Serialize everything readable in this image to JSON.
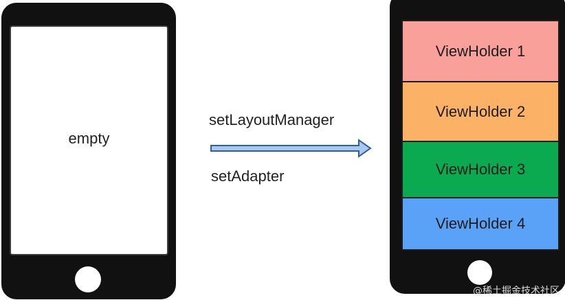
{
  "left_phone": {
    "screen_text": "empty"
  },
  "arrow": {
    "label_top": "setLayoutManager",
    "label_bottom": "setAdapter",
    "color": "#a9c8ef"
  },
  "right_phone": {
    "view_holders": [
      {
        "label": "ViewHolder 1",
        "color": "#f8a099"
      },
      {
        "label": "ViewHolder 2",
        "color": "#fcb266"
      },
      {
        "label": "ViewHolder 3",
        "color": "#0caa50"
      },
      {
        "label": "ViewHolder 4",
        "color": "#5aa2f7"
      }
    ]
  },
  "watermark": "@稀土掘金技术社区"
}
